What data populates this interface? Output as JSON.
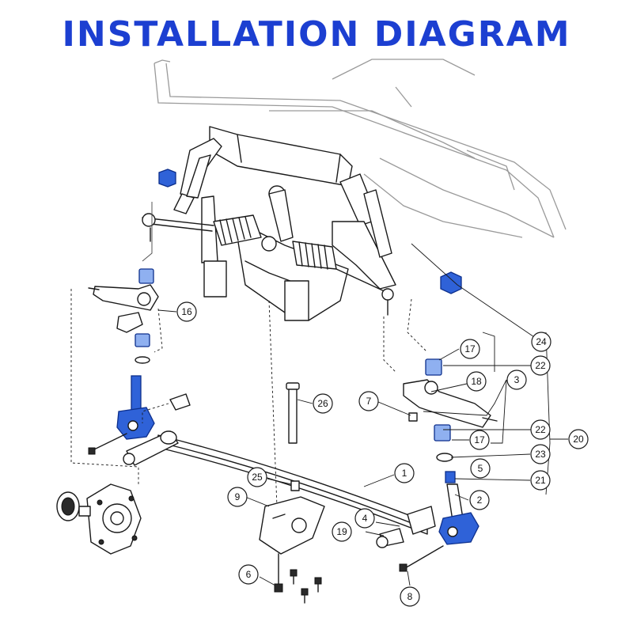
{
  "title": "INSTALLATION DIAGRAM",
  "callouts": {
    "c1": "1",
    "c2": "2",
    "c3": "3",
    "c4": "4",
    "c5": "5",
    "c6": "6",
    "c7": "7",
    "c8": "8",
    "c9": "9",
    "c16": "16",
    "c17a": "17",
    "c17b": "17",
    "c18": "18",
    "c19": "19",
    "c20": "20",
    "c21": "21",
    "c22a": "22",
    "c22b": "22",
    "c23": "23",
    "c24": "24",
    "c25": "25",
    "c26": "26"
  },
  "colors": {
    "title": "#1c3fd1",
    "highlight": "#2f62d8"
  }
}
